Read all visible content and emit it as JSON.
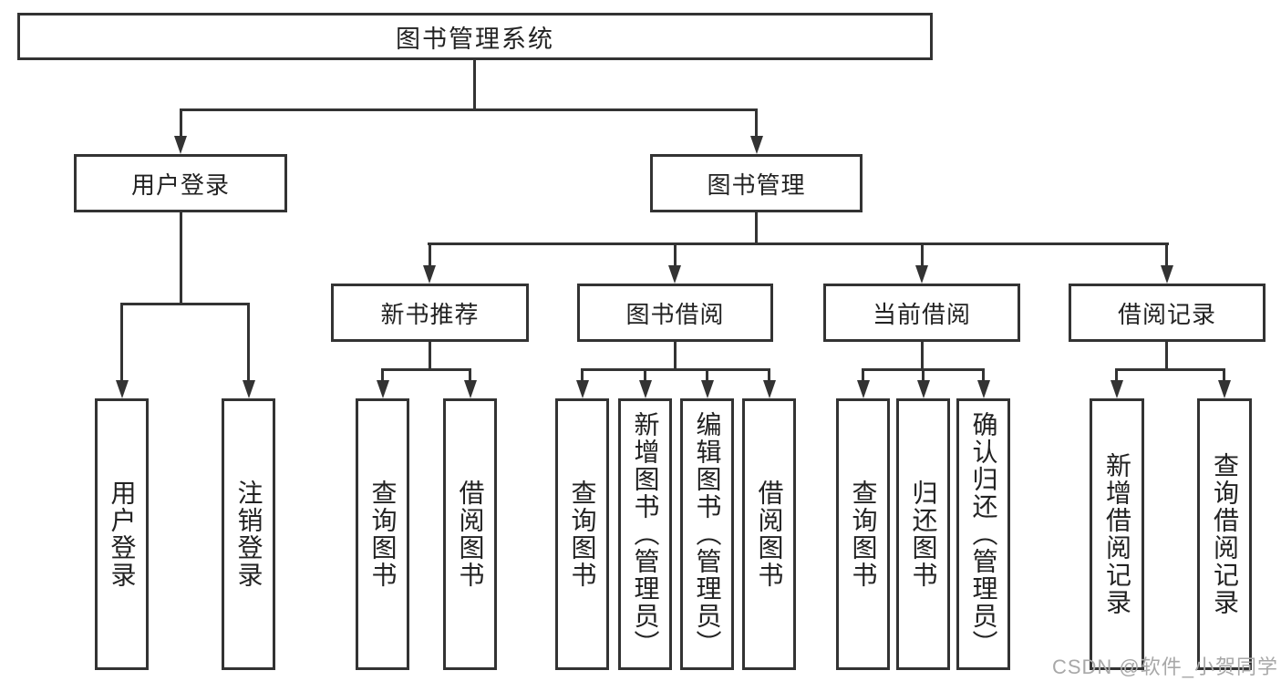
{
  "tree": {
    "root": {
      "label": "图书管理系统"
    },
    "branches": [
      {
        "label": "用户登录",
        "children": [
          {
            "label": "用户登录"
          },
          {
            "label": "注销登录"
          }
        ]
      },
      {
        "label": "图书管理",
        "children": [
          {
            "label": "新书推荐",
            "children": [
              {
                "label": "查询图书"
              },
              {
                "label": "借阅图书"
              }
            ]
          },
          {
            "label": "图书借阅",
            "children": [
              {
                "label": "查询图书"
              },
              {
                "label": "新增图书（管理员）"
              },
              {
                "label": "编辑图书（管理员）"
              },
              {
                "label": "借阅图书"
              }
            ]
          },
          {
            "label": "当前借阅",
            "children": [
              {
                "label": "查询图书"
              },
              {
                "label": "归还图书"
              },
              {
                "label": "确认归还（管理员）"
              }
            ]
          },
          {
            "label": "借阅记录",
            "children": [
              {
                "label": "新增借阅记录"
              },
              {
                "label": "查询借阅记录"
              }
            ]
          }
        ]
      }
    ]
  },
  "watermark": "CSDN @软件_小贺同学",
  "colors": {
    "line": "#333333",
    "text": "#222222",
    "watermark": "#a8a8a8",
    "background": "#ffffff"
  }
}
